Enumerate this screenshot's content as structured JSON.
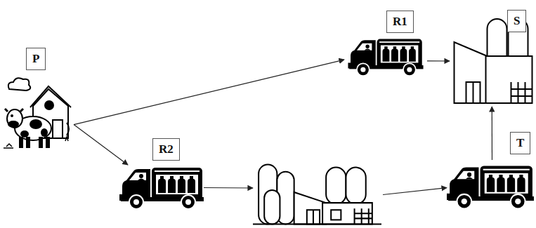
{
  "diagram": {
    "nodes": [
      {
        "text": [
          "P"
        ]
      },
      {
        "text": [
          "R1"
        ]
      },
      {
        "text": [
          "S"
        ]
      },
      {
        "text": [
          "R2"
        ]
      },
      {
        "text": []
      },
      {
        "text": [
          "T"
        ]
      }
    ],
    "edges": [
      {
        "from": 0,
        "to": 1,
        "arrow": "to"
      },
      {
        "from": 1,
        "to": 2,
        "arrow": "to"
      },
      {
        "from": 0,
        "to": 3,
        "arrow": "to"
      },
      {
        "from": 3,
        "to": 4,
        "arrow": "to"
      },
      {
        "from": 4,
        "to": 5,
        "arrow": "to"
      },
      {
        "from": 5,
        "to": 2,
        "arrow": "to"
      }
    ]
  }
}
